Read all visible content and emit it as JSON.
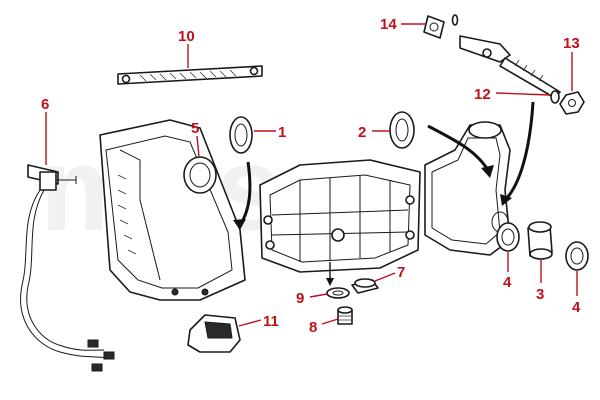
{
  "watermark": "moss",
  "colors": {
    "callout": "#c0101a",
    "ink": "#1a1a1a",
    "watermark": "#f1f1f1"
  },
  "callouts": {
    "c1": "1",
    "c2": "2",
    "c3": "3",
    "c4a": "4",
    "c4b": "4",
    "c5": "5",
    "c6": "6",
    "c7": "7",
    "c8": "8",
    "c9": "9",
    "c10": "10",
    "c11": "11",
    "c12": "12",
    "c13": "13",
    "c14": "14"
  }
}
